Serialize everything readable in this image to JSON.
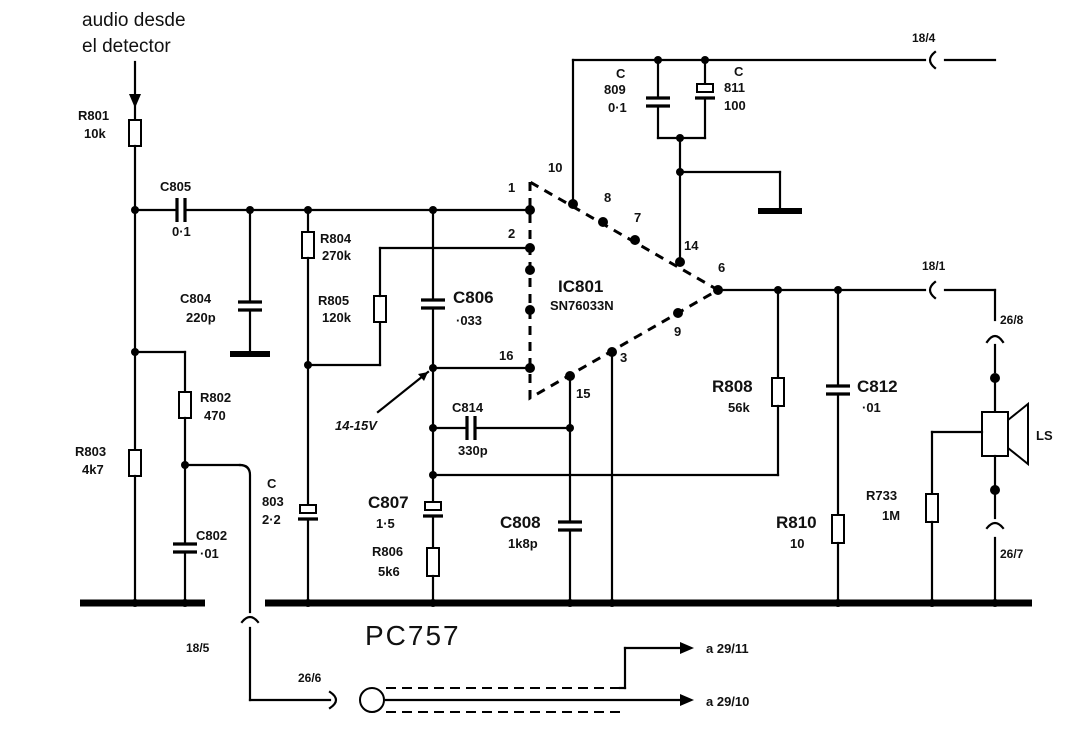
{
  "title": "PC757",
  "input_label": {
    "line1": "audio desde",
    "line2": "el detector"
  },
  "ic": {
    "name": "IC801",
    "part": "SN76033N",
    "pins": {
      "p1": "1",
      "p2": "2",
      "p3": "3",
      "p6": "6",
      "p7": "7",
      "p8": "8",
      "p9": "9",
      "p10": "10",
      "p14": "14",
      "p15": "15",
      "p16": "16"
    }
  },
  "components": {
    "r801": {
      "ref": "R801",
      "value": "10k"
    },
    "r802": {
      "ref": "R802",
      "value": "470"
    },
    "r803": {
      "ref": "R803",
      "value": "4k7"
    },
    "r804": {
      "ref": "R804",
      "value": "270k"
    },
    "r805": {
      "ref": "R805",
      "value": "120k"
    },
    "r806": {
      "ref": "R806",
      "value": "5k6"
    },
    "r808": {
      "ref": "R808",
      "value": "56k"
    },
    "r810": {
      "ref": "R810",
      "value": "10"
    },
    "r733": {
      "ref": "R733",
      "value": "1M"
    },
    "c802": {
      "ref": "C802",
      "value": "·01"
    },
    "c803": {
      "ref_a": "C",
      "ref_b": "803",
      "value": "2·2"
    },
    "c804": {
      "ref": "C804",
      "value": "220p"
    },
    "c805": {
      "ref": "C805",
      "value": "0·1"
    },
    "c806": {
      "ref": "C806",
      "value": "·033"
    },
    "c807": {
      "ref": "C807",
      "value": "1·5"
    },
    "c808": {
      "ref": "C808",
      "value": "1k8p"
    },
    "c809": {
      "ref_a": "C",
      "ref_b": "809",
      "value": "0·1"
    },
    "c811": {
      "ref_a": "C",
      "ref_b": "811",
      "value": "100"
    },
    "c812": {
      "ref": "C812",
      "value": "·01"
    },
    "c814": {
      "ref": "C814",
      "value": "330p"
    }
  },
  "connectors": {
    "c18_4": "18/4",
    "c18_1": "18/1",
    "c26_8": "26/8",
    "c26_7": "26/7",
    "c18_5": "18/5",
    "c26_6": "26/6"
  },
  "speaker": "LS",
  "supply_label": "14-15V",
  "outputs": {
    "o1": "a  29/11",
    "o2": "a  29/10"
  }
}
